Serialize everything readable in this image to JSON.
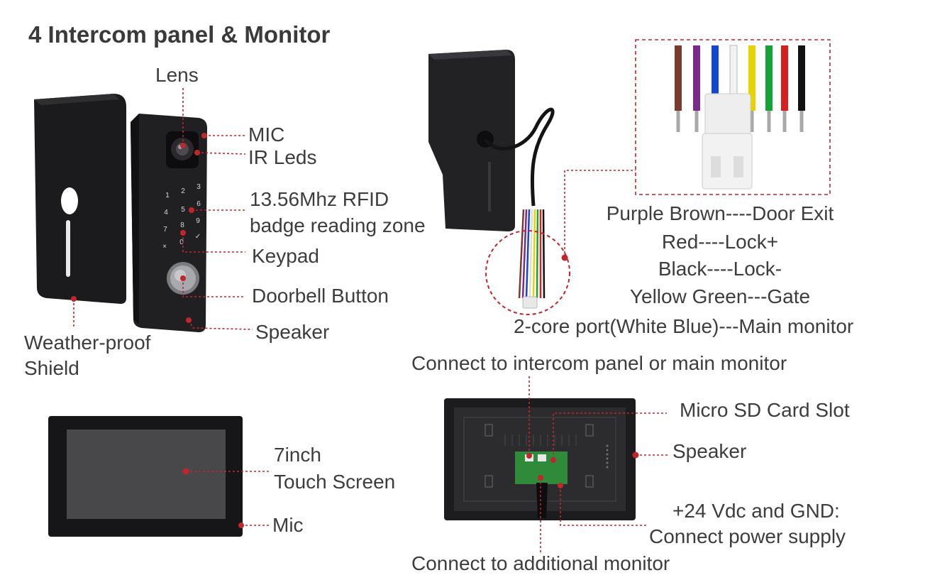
{
  "title": "4  Intercom panel & Monitor",
  "colors": {
    "accent": "#c0262d",
    "device": "#1f1f21",
    "screen": "#444446",
    "text": "#3d3d3d"
  },
  "intercom_panel": {
    "labels": {
      "lens": "Lens",
      "mic": "MIC",
      "ir_leds": "IR Leds",
      "rfid_line1": "13.56Mhz RFID",
      "rfid_line2": "badge reading zone",
      "keypad": "Keypad",
      "doorbell_button": "Doorbell Button",
      "speaker": "Speaker",
      "shield_line1": "Weather-proof",
      "shield_line2": "Shield"
    },
    "keypad_keys": [
      "1",
      "2",
      "3",
      "4",
      "5",
      "6",
      "7",
      "8",
      "9",
      "×",
      "0",
      "✓"
    ]
  },
  "wiring": {
    "wire_colors": [
      "#7a3b2e",
      "#7b2a8c",
      "#1446d6",
      "#f2f2f2",
      "#e5d400",
      "#14a336",
      "#d61f1f",
      "#111111"
    ],
    "lines": [
      "Purple Brown----Door Exit",
      "Red----Lock+",
      "Black----Lock-",
      "Yellow Green---Gate",
      "2-core port(White Blue)---Main monitor"
    ]
  },
  "monitor_front": {
    "labels": {
      "screen_line1": "7inch",
      "screen_line2": "Touch Screen",
      "mic": "Mic"
    }
  },
  "monitor_back": {
    "labels": {
      "connect_top": "Connect to intercom panel or main monitor",
      "sd_slot": "Micro SD Card Slot",
      "speaker": "Speaker",
      "power_line1": "+24 Vdc and GND:",
      "power_line2": "Connect power supply",
      "connect_bottom": "Connect to additional monitor"
    }
  }
}
